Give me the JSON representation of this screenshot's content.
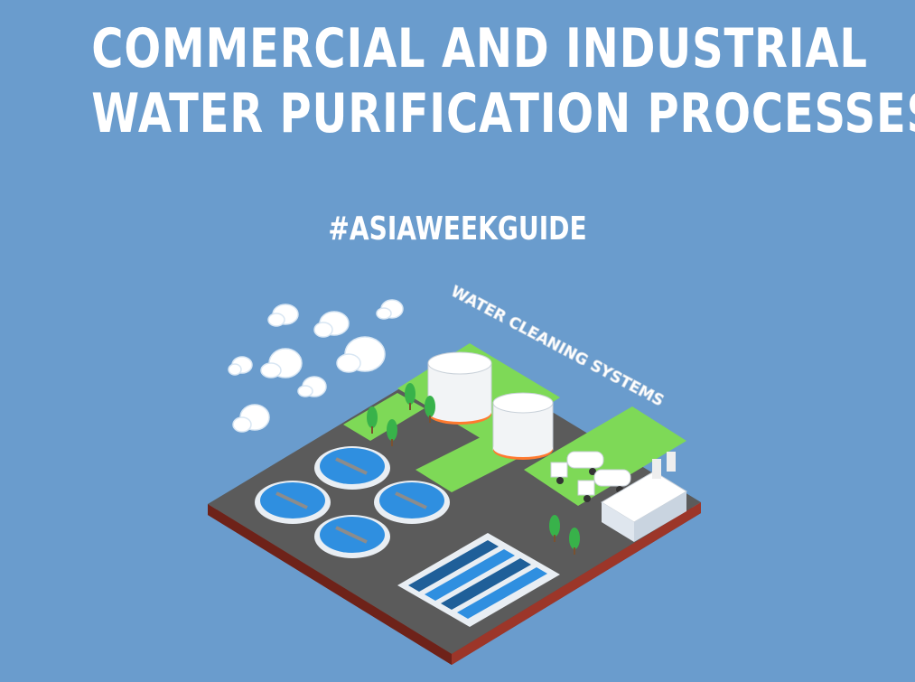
{
  "title": {
    "line1": "COMMERCIAL AND INDUSTRIAL",
    "line2": "WATER PURIFICATION PROCESSES"
  },
  "hashtag": "#ASIAWEEKGUIDE",
  "illustration": {
    "sign_text": "WATER CLEANING SYSTEMS",
    "icon": "water-treatment-plant-illustration"
  },
  "colors": {
    "background": "#6a9ccd",
    "text": "#ffffff",
    "ground": "#5b5b5b",
    "grass": "#7ed957",
    "water": "#2f8fe0",
    "base_edge": "#8a2d22"
  }
}
